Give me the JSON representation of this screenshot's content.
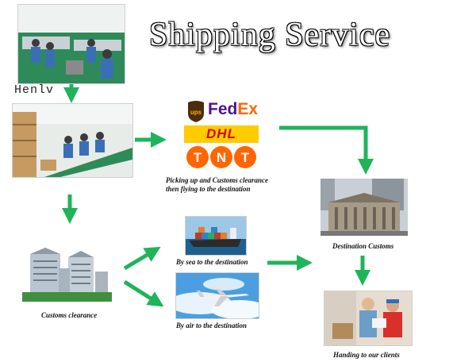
{
  "title": "Shipping Service",
  "company": "Henlv",
  "carriers": {
    "ups": "ups",
    "fedex_fed": "Fed",
    "fedex_ex": "Ex",
    "dhl": "DHL",
    "tnt": [
      "T",
      "N",
      "T"
    ]
  },
  "captions": {
    "express": [
      "Picking up and Customs clearance",
      "then fiying to the destination"
    ],
    "destination_customs": "Destination Customs",
    "customs_clearance": "Customs clearance",
    "by_sea": "By sea to the destination",
    "by_air": "By air to the destination",
    "handing": "Handing to our clients"
  },
  "colors": {
    "arrow_green": "#1fb45a",
    "fedex_purple": "#4d148c",
    "fedex_orange": "#ff6600",
    "dhl_yellow": "#ffcc00",
    "dhl_red": "#d40511",
    "tnt_orange": "#ff6600",
    "ups_brown": "#4b2c0c",
    "ups_gold": "#f9b100"
  }
}
